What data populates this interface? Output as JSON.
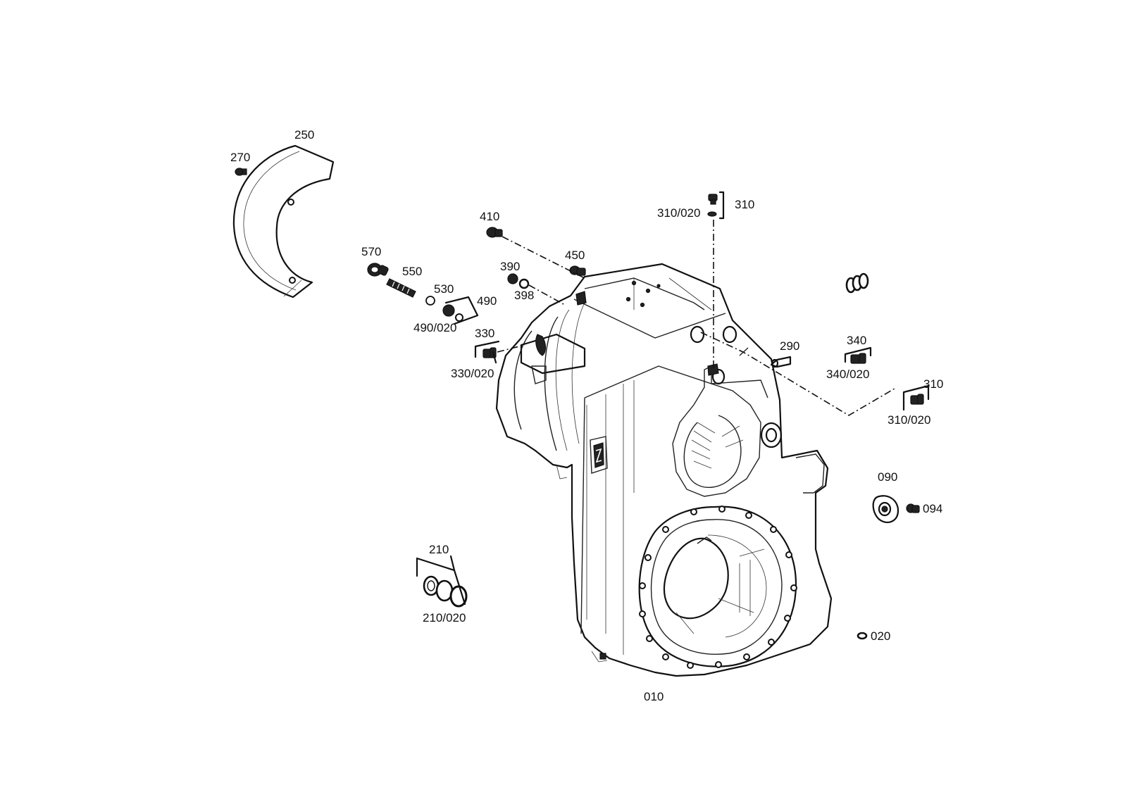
{
  "labels": {
    "p250": "250",
    "p270": "270",
    "p410": "410",
    "p310_top": "310",
    "p310_020_top": "310/020",
    "p570": "570",
    "p550": "550",
    "p450": "450",
    "p390": "390",
    "p398": "398",
    "p530": "530",
    "p490": "490",
    "p490_020": "490/020",
    "p330": "330",
    "p330_020": "330/020",
    "p290": "290",
    "p340": "340",
    "p340_020": "340/020",
    "p310_right": "310",
    "p310_020_right": "310/020",
    "p090": "090",
    "p094": "094",
    "p210": "210",
    "p210_020": "210/020",
    "p020": "020",
    "p010": "010"
  }
}
